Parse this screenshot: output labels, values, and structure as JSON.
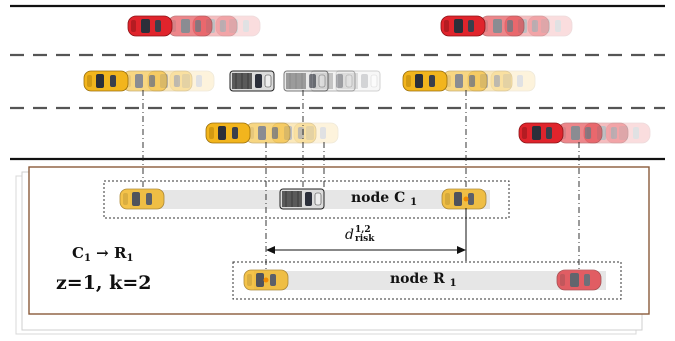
{
  "node_c": {
    "label": "node C",
    "sub": "1"
  },
  "node_r": {
    "label": "node R",
    "sub": "1"
  },
  "relation": {
    "from": "C",
    "from_sub": "1",
    "arrow": "→",
    "to": "R",
    "to_sub": "1"
  },
  "params": "z=1,  k=2",
  "risk_distance": {
    "symbol": "d",
    "sup": "1,2",
    "sub": "risk"
  },
  "colors": {
    "red_car": "#e0242c",
    "yellow_car": "#f2b51d",
    "gray_car": "#5a5a5a",
    "road_line": "#111111",
    "lane_dash": "#555555",
    "panel_border": "#8a5a3a",
    "track": "#e6e6e6"
  },
  "icons": [
    "red-car-icon",
    "yellow-car-icon",
    "pickup-truck-icon"
  ]
}
